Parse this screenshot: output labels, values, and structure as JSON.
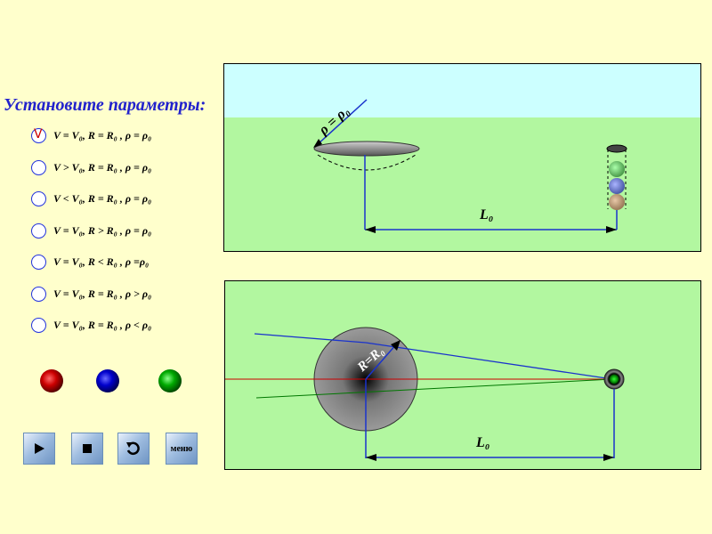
{
  "title": "Установите параметры:",
  "options": [
    {
      "label": "V = V₀, R = R₀ , ρ = ρ₀",
      "selected": true,
      "mark": "V"
    },
    {
      "label": "V > V₀, R = R₀ , ρ = ρ₀",
      "selected": false
    },
    {
      "label": "V < V₀, R = R₀ , ρ = ρ₀",
      "selected": false
    },
    {
      "label": "V = V₀, R > R₀ , ρ = ρ₀",
      "selected": false
    },
    {
      "label": "V = V₀, R < R₀ , ρ =ρ₀",
      "selected": false
    },
    {
      "label": "V = V₀, R = R₀ , ρ > ρ₀",
      "selected": false
    },
    {
      "label": "V = V₀, R = R₀ , ρ < ρ₀",
      "selected": false
    }
  ],
  "balls": [
    {
      "name": "red-ball",
      "color": "#cc0000"
    },
    {
      "name": "blue-ball",
      "color": "#0000cc"
    },
    {
      "name": "green-ball",
      "color": "#00aa00"
    }
  ],
  "controls": {
    "play_icon": "play-icon",
    "stop_icon": "stop-icon",
    "reset_icon": "reset-icon",
    "menu_label": "меню"
  },
  "top_panel": {
    "lens_label": "ρ = ρ₀",
    "distance_label": "L₀",
    "sky_color": "#ccffff",
    "ground_color": "#b2f7a0"
  },
  "bottom_panel": {
    "radius_label": "R=R₀",
    "distance_label": "L₀"
  }
}
